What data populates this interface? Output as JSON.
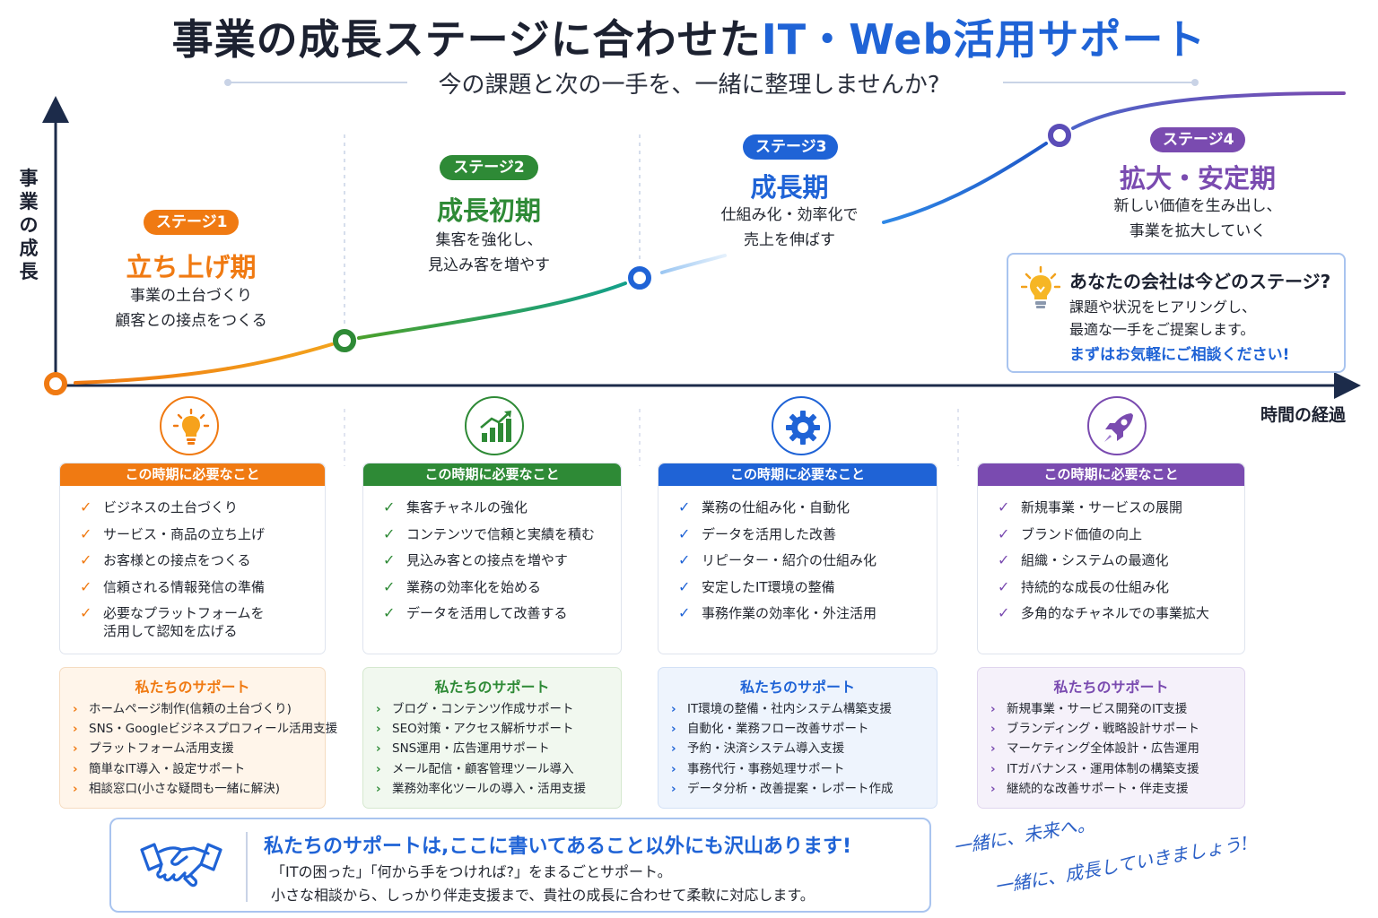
{
  "header": {
    "title_main": "事業の成長ステージに合わせた",
    "title_accent": "IT・Web活用サポート",
    "subtitle": "今の課題と次の一手を、一緒に整理しませんか?"
  },
  "axes": {
    "y_label": [
      "事",
      "業",
      "の",
      "成",
      "長"
    ],
    "x_label": "時間の経過"
  },
  "colors": {
    "stage1": "#f07a12",
    "stage2": "#2e8a36",
    "stage3": "#1f63d6",
    "stage4": "#7a4bb0"
  },
  "stages": [
    {
      "pill": "ステージ1",
      "name": "立ち上げ期",
      "desc": [
        "事業の土台づくり",
        "顧客との接点をつくる"
      ],
      "icon": "lightbulb-icon",
      "need_head": "この時期に必要なこと",
      "needs": [
        "ビジネスの土台づくり",
        "サービス・商品の立ち上げ",
        "お客様との接点をつくる",
        "信頼される情報発信の準備",
        "必要なプラットフォームを",
        "活用して認知を広げる"
      ],
      "support_head": "私たちのサポート",
      "supports": [
        "ホームページ制作(信頼の土台づくり)",
        "SNS・Googleビジネスプロフィール活用支援",
        "プラットフォーム活用支援",
        "簡単なIT導入・設定サポート",
        "相談窓口(小さな疑問も一緒に解決)"
      ]
    },
    {
      "pill": "ステージ2",
      "name": "成長初期",
      "desc": [
        "集客を強化し、",
        "見込み客を増やす"
      ],
      "icon": "growth-chart-icon",
      "need_head": "この時期に必要なこと",
      "needs": [
        "集客チャネルの強化",
        "コンテンツで信頼と実績を積む",
        "見込み客との接点を増やす",
        "業務の効率化を始める",
        "データを活用して改善する"
      ],
      "support_head": "私たちのサポート",
      "supports": [
        "ブログ・コンテンツ作成サポート",
        "SEO対策・アクセス解析サポート",
        "SNS運用・広告運用サポート",
        "メール配信・顧客管理ツール導入",
        "業務効率化ツールの導入・活用支援"
      ]
    },
    {
      "pill": "ステージ3",
      "name": "成長期",
      "desc": [
        "仕組み化・効率化で",
        "売上を伸ばす"
      ],
      "icon": "gear-icon",
      "need_head": "この時期に必要なこと",
      "needs": [
        "業務の仕組み化・自動化",
        "データを活用した改善",
        "リピーター・紹介の仕組み化",
        "安定したIT環境の整備",
        "事務作業の効率化・外注活用"
      ],
      "support_head": "私たちのサポート",
      "supports": [
        "IT環境の整備・社内システム構築支援",
        "自動化・業務フロー改善サポート",
        "予約・決済システム導入支援",
        "事務代行・事務処理サポート",
        "データ分析・改善提案・レポート作成"
      ]
    },
    {
      "pill": "ステージ4",
      "name": "拡大・安定期",
      "desc": [
        "新しい価値を生み出し、",
        "事業を拡大していく"
      ],
      "icon": "rocket-icon",
      "need_head": "この時期に必要なこと",
      "needs": [
        "新規事業・サービスの展開",
        "ブランド価値の向上",
        "組織・システムの最適化",
        "持続的な成長の仕組み化",
        "多角的なチャネルでの事業拡大"
      ],
      "support_head": "私たちのサポート",
      "supports": [
        "新規事業・サービス開発のIT支援",
        "ブランディング・戦略設計サポート",
        "マーケティング全体設計・広告運用",
        "ITガバナンス・運用体制の構築支援",
        "継続的な改善サポート・伴走支援"
      ]
    }
  ],
  "callout": {
    "title": "あなたの会社は今どのステージ?",
    "lines": [
      "課題や状況をヒアリングし、",
      "最適な一手をご提案します。"
    ],
    "cta": "まずはお気軽にご相談ください!"
  },
  "bottom": {
    "title": "私たちのサポートは,ここに書いてあること以外にも沢山あります!",
    "line1": "「ITの困った」「何から手をつければ?」をまるごとサポート。",
    "line2": "小さな相談から、しっかり伴走支援まで、貴社の成長に合わせて柔軟に対応します。"
  },
  "slogan": {
    "line1": "一緒に、未来へ。",
    "line2": "一緒に、成長していきましょう!"
  }
}
